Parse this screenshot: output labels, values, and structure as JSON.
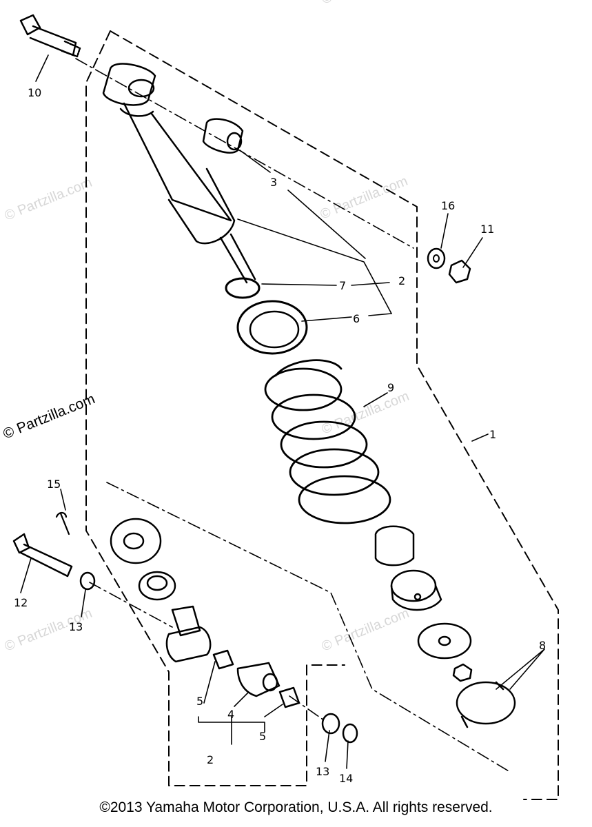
{
  "callouts": [
    "10",
    "3",
    "16",
    "11",
    "2",
    "7",
    "6",
    "9",
    "1",
    "15",
    "12",
    "13",
    "8",
    "5",
    "4",
    "5",
    "2",
    "13",
    "14"
  ],
  "watermarks": [
    "© Partzilla.com",
    "© Partzilla.com",
    "© Partzilla.com",
    "© Partzilla.com",
    "© Partzilla.com",
    "© Partzilla.com",
    "© Partzilla.com"
  ],
  "copyright": "©2013 Yamaha Motor Corporation, U.S.A. All rights reserved."
}
